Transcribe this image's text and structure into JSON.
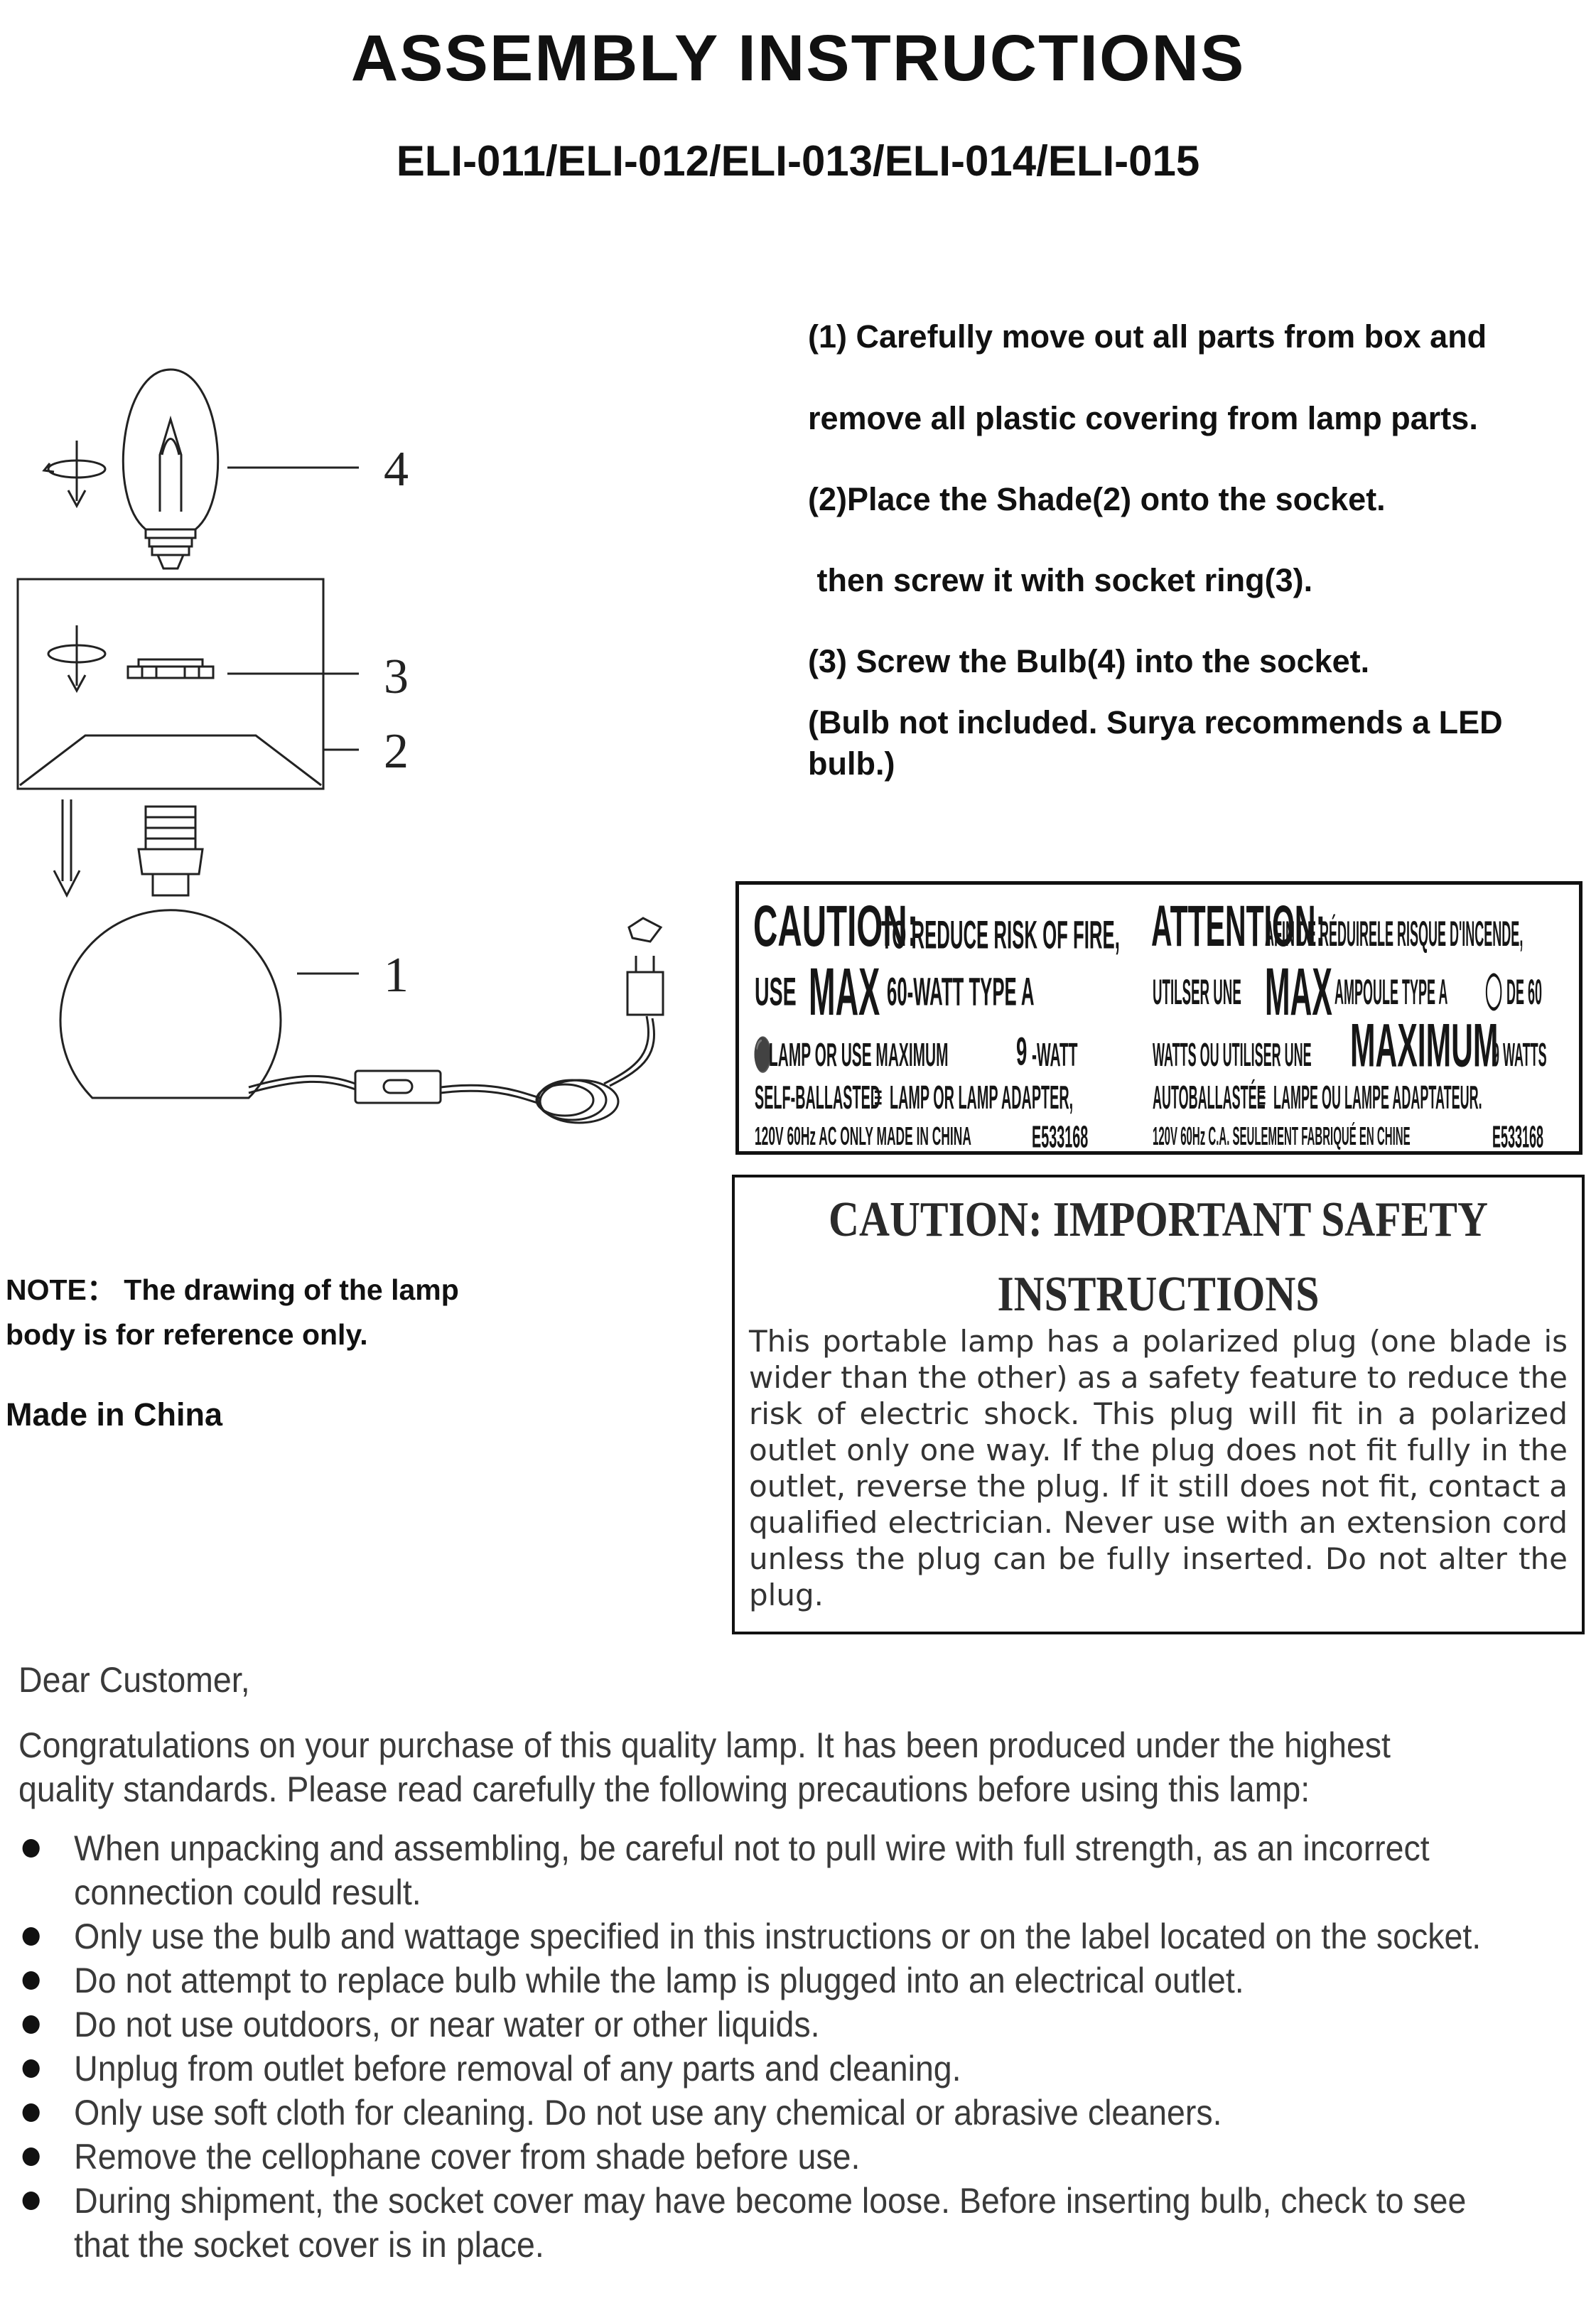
{
  "header": {
    "title": "ASSEMBLY INSTRUCTIONS",
    "models": "ELI-011/ELI-012/ELI-013/ELI-014/ELI-015"
  },
  "steps": [
    "(1) Carefully move out all parts from box and",
    "remove all plastic covering from lamp parts.",
    "(2)Place the Shade(2) onto the socket.",
    " then screw it with socket ring(3).",
    "(3) Screw the Bulb(4) into the socket.",
    "(Bulb not included. Surya recommends a LED",
    "bulb.)"
  ],
  "diagram": {
    "part_labels": [
      "4",
      "3",
      "2",
      "1"
    ]
  },
  "note": {
    "line1": "NOTE： The drawing of the lamp",
    "line2": "body is for reference only."
  },
  "made_in": "Made in China",
  "caution_label": {
    "en": {
      "caution": "CAUTION:",
      "line1_rest": "TO REDUCE RISK OF FIRE,",
      "use": "USE",
      "max": "MAX",
      "type": "60-WATT TYPE A",
      "line3": "LAMP OR USE MAXIMUM",
      "nine": "9",
      "watt": "-WATT",
      "line4": "SELF-BALLASTED",
      "line4b": "LAMP OR LAMP ADAPTER,",
      "line5": "120V 60Hz AC ONLY MADE IN CHINA",
      "code": "E533168"
    },
    "fr": {
      "attention": "ATTENTION:",
      "line1_rest": "AFIN DE RÉDUIRELE RISQUE D'INCENDE,",
      "utiliser": "UTILSER UNE",
      "max": "MAX",
      "ampoule": "AMPOULE TYPE A",
      "de60": "DE 60",
      "watts": "WATTS OU UTILISER UNE",
      "maximum": "MAXIMUM",
      "nine_watts": "9 WATTS",
      "line4": "AUTOBALLASTÉE",
      "line4b": "LAMPE OU LAMPE ADAPTATEUR.",
      "line5": "120V 60Hz C.A. SEULEMENT FABRIQUÉ EN CHINE",
      "code": "E533168"
    }
  },
  "safety": {
    "heading1": "CAUTION: IMPORTANT SAFETY",
    "heading2": "INSTRUCTIONS",
    "body": "This portable lamp has a polarized plug (one blade is wider than the other) as a safety feature to reduce the risk of electric shock. This plug will fit in a polarized outlet only one way. If the plug does not fit fully in the outlet, reverse the plug. If it still does not fit, contact a qualified electrician. Never use with an extension cord unless the plug can be fully inserted. Do not alter the plug."
  },
  "customer": {
    "greeting": "Dear Customer,",
    "intro": "Congratulations on your purchase of this quality lamp. It has been produced under the highest quality standards. Please read carefully the following precautions before using this lamp:",
    "bullets": [
      "When unpacking and assembling, be careful not to pull wire with full strength, as an incorrect connection could result.",
      "Only use the bulb and wattage specified in this instructions or on the label located on the socket.",
      "Do not attempt to replace bulb while the lamp is plugged into an electrical outlet.",
      "Do not use outdoors, or near water or other liquids.",
      "Unplug from outlet before removal of any parts and cleaning.",
      "Only use soft cloth for cleaning. Do not use any chemical or abrasive cleaners.",
      "Remove the cellophane cover from shade before use.",
      "During shipment, the socket cover may have become loose. Before inserting bulb, check to see that the socket cover is in place."
    ]
  }
}
